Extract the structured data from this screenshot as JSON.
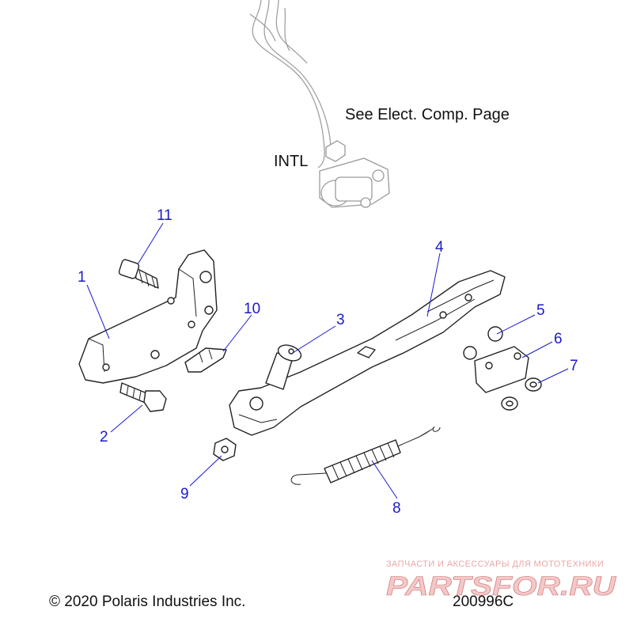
{
  "diagram": {
    "notes": {
      "elect_comp": "See Elect. Comp. Page",
      "intl": "INTL"
    },
    "callouts": [
      {
        "id": "1",
        "label": "1"
      },
      {
        "id": "2",
        "label": "2"
      },
      {
        "id": "3",
        "label": "3"
      },
      {
        "id": "4",
        "label": "4"
      },
      {
        "id": "5",
        "label": "5"
      },
      {
        "id": "6",
        "label": "6"
      },
      {
        "id": "7",
        "label": "7"
      },
      {
        "id": "8",
        "label": "8"
      },
      {
        "id": "9",
        "label": "9"
      },
      {
        "id": "10",
        "label": "10"
      },
      {
        "id": "11",
        "label": "11"
      }
    ],
    "colors": {
      "callout": "#1a1acc",
      "line_art": "#222222",
      "ghost_art": "#9a9a9a",
      "watermark": "#d07070"
    }
  },
  "footer": {
    "copyright": "© 2020 Polaris Industries Inc.",
    "figure_id": "200996C"
  },
  "watermark": {
    "tagline": "ЗАПЧАСТИ И АКСЕССУАРЫ ДЛЯ МОТОТЕХНИКИ",
    "logo": "PARTSFOR.RU"
  }
}
